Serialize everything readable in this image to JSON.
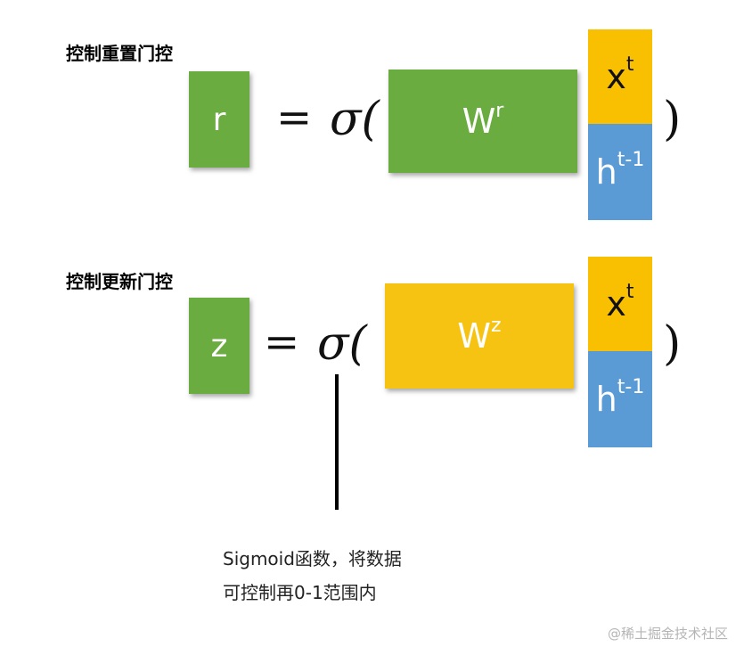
{
  "sections": [
    {
      "title": "控制重置门控",
      "variable": "r",
      "equals": "=",
      "sigma": "σ(",
      "weight": "W",
      "weight_sup": "r",
      "x_base": "x",
      "x_sup": "t",
      "h_base": "h",
      "h_sup": "t-1",
      "close_paren": ")"
    },
    {
      "title": "控制更新门控",
      "variable": "z",
      "equals": "=",
      "sigma": "σ(",
      "weight": "W",
      "weight_sup": "z",
      "x_base": "x",
      "x_sup": "t",
      "h_base": "h",
      "h_sup": "t-1",
      "close_paren": ")"
    }
  ],
  "note": {
    "line1": "Sigmoid函数，将数据",
    "line2": "可控制再0-1范围内"
  },
  "watermark": "@稀土掘金技术社区",
  "colors": {
    "green": "#6aac40",
    "yellow": "#f7c313",
    "blue": "#5b9bd5",
    "orange": "#f9c002"
  }
}
